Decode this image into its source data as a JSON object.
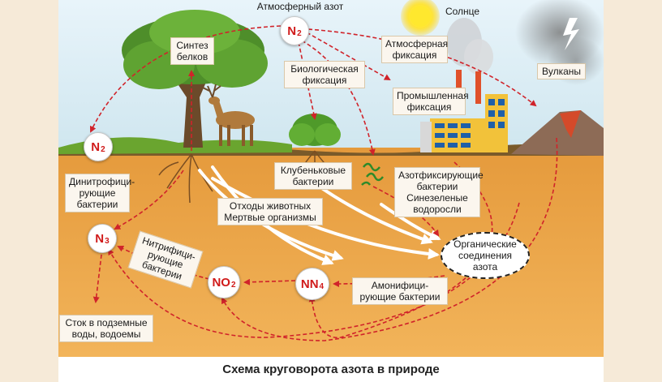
{
  "caption": "Схема круговорота азота в природе",
  "labels": {
    "atmospheric_nitrogen": "Атмосферный азот",
    "sun": "Солнце",
    "volcanoes": "Вулканы",
    "protein_synthesis": "Синтез\nбелков",
    "biological_fixation": "Биологическая\nфиксация",
    "atmospheric_fixation": "Атмосферная\nфиксация",
    "industrial_fixation": "Промышленная\nфиксация",
    "nodule_bacteria": "Клубеньковые\nбактерии",
    "nitrogen_fixing": "Азотфиксирующие\nбактерии\nСинезеленые\nводоросли",
    "denitrifying": "Динитрофици-\nрующие\nбактерии",
    "animal_waste": "Отходы животных\nМертвые организмы",
    "nitrifying": "Нитрифици-\nрующие\nбактерии",
    "ammonifying": "Амонифици-\nрующие бактерии",
    "runoff": "Сток в подземные\nводы, водоемы",
    "organic_compounds": "Органические\nсоединения\nазота"
  },
  "nodes": {
    "n2_top": {
      "base": "N",
      "sub": "2"
    },
    "n2_left": {
      "base": "N",
      "sub": "2"
    },
    "n3": {
      "base": "N",
      "sub": "3"
    },
    "no2": {
      "base": "NO",
      "sub": "2"
    },
    "nn4": {
      "base": "NN",
      "sub": "4"
    }
  },
  "colors": {
    "arrow_red": "#d0232a",
    "sky": "#dff0f8",
    "soil": "#eda84a"
  }
}
